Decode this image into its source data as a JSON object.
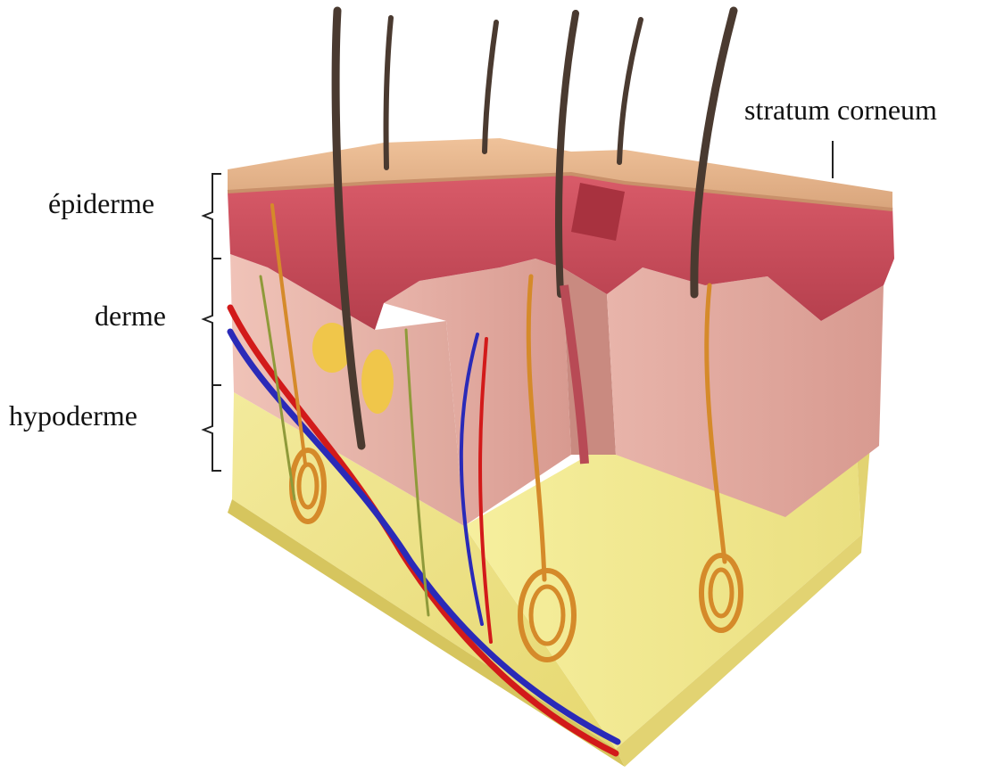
{
  "labels": {
    "epiderme": "épiderme",
    "derme": "derme",
    "hypoderme": "hypoderme",
    "stratum_corneum": "stratum corneum"
  },
  "colors": {
    "stratum_corneum": "#e7b98f",
    "epidermis": "#c94f5d",
    "dermis": "#e7b5aa",
    "hypodermis": "#efe48a",
    "artery": "#d21a1a",
    "vein": "#2a2ab8",
    "nerve": "#d58a2a",
    "hair": "#4a3a30",
    "bracket": "#222222"
  }
}
